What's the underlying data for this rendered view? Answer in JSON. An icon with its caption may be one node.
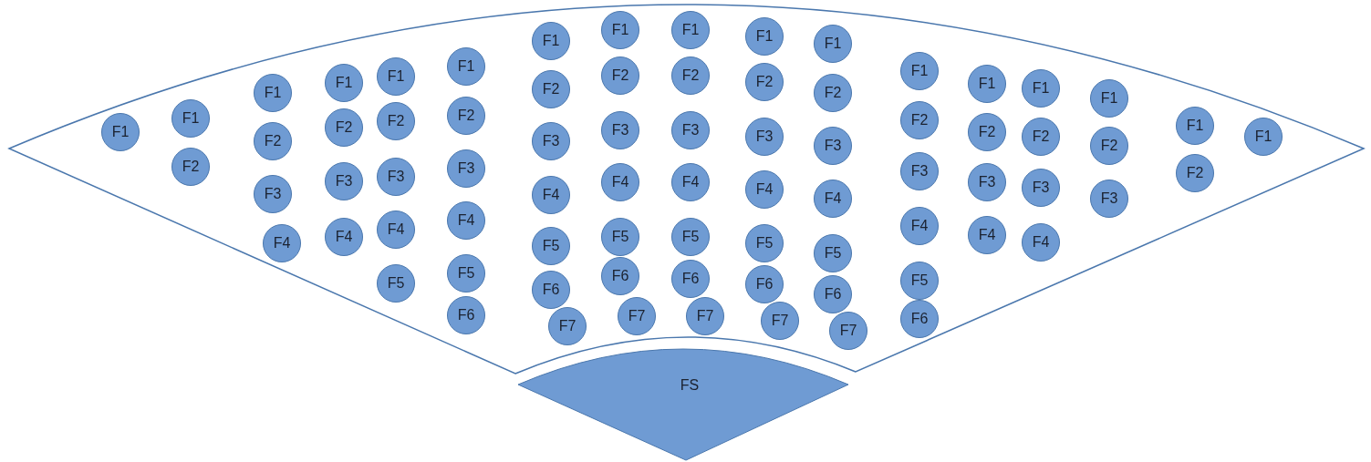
{
  "diagram": {
    "nodes": [
      {
        "text": [],
        "shape": "sector"
      },
      {
        "text": [
          "F1"
        ],
        "in": 0
      },
      {
        "text": [
          "F1"
        ],
        "in": 0
      },
      {
        "text": [
          "F2"
        ],
        "in": 0
      },
      {
        "text": [
          "F1"
        ],
        "in": 0
      },
      {
        "text": [
          "F2"
        ],
        "in": 0
      },
      {
        "text": [
          "F3"
        ],
        "in": 0
      },
      {
        "text": [
          "F4"
        ],
        "in": 0
      },
      {
        "text": [
          "F1"
        ],
        "in": 0
      },
      {
        "text": [
          "F2"
        ],
        "in": 0
      },
      {
        "text": [
          "F3"
        ],
        "in": 0
      },
      {
        "text": [
          "F4"
        ],
        "in": 0
      },
      {
        "text": [
          "F1"
        ],
        "in": 0
      },
      {
        "text": [
          "F2"
        ],
        "in": 0
      },
      {
        "text": [
          "F3"
        ],
        "in": 0
      },
      {
        "text": [
          "F4"
        ],
        "in": 0
      },
      {
        "text": [
          "F5"
        ],
        "in": 0
      },
      {
        "text": [
          "F1"
        ],
        "in": 0
      },
      {
        "text": [
          "F2"
        ],
        "in": 0
      },
      {
        "text": [
          "F3"
        ],
        "in": 0
      },
      {
        "text": [
          "F4"
        ],
        "in": 0
      },
      {
        "text": [
          "F5"
        ],
        "in": 0
      },
      {
        "text": [
          "F6"
        ],
        "in": 0
      },
      {
        "text": [
          "F1"
        ],
        "in": 0
      },
      {
        "text": [
          "F2"
        ],
        "in": 0
      },
      {
        "text": [
          "F3"
        ],
        "in": 0
      },
      {
        "text": [
          "F4"
        ],
        "in": 0
      },
      {
        "text": [
          "F5"
        ],
        "in": 0
      },
      {
        "text": [
          "F6"
        ],
        "in": 0
      },
      {
        "text": [
          "F7"
        ],
        "in": 0
      },
      {
        "text": [
          "F1"
        ],
        "in": 0
      },
      {
        "text": [
          "F2"
        ],
        "in": 0
      },
      {
        "text": [
          "F3"
        ],
        "in": 0
      },
      {
        "text": [
          "F4"
        ],
        "in": 0
      },
      {
        "text": [
          "F5"
        ],
        "in": 0
      },
      {
        "text": [
          "F6"
        ],
        "in": 0
      },
      {
        "text": [
          "F7"
        ],
        "in": 0
      },
      {
        "text": [
          "F1"
        ],
        "in": 0
      },
      {
        "text": [
          "F2"
        ],
        "in": 0
      },
      {
        "text": [
          "F3"
        ],
        "in": 0
      },
      {
        "text": [
          "F4"
        ],
        "in": 0
      },
      {
        "text": [
          "F5"
        ],
        "in": 0
      },
      {
        "text": [
          "F6"
        ],
        "in": 0
      },
      {
        "text": [
          "F7"
        ],
        "in": 0
      },
      {
        "text": [
          "F1"
        ],
        "in": 0
      },
      {
        "text": [
          "F2"
        ],
        "in": 0
      },
      {
        "text": [
          "F3"
        ],
        "in": 0
      },
      {
        "text": [
          "F4"
        ],
        "in": 0
      },
      {
        "text": [
          "F5"
        ],
        "in": 0
      },
      {
        "text": [
          "F6"
        ],
        "in": 0
      },
      {
        "text": [
          "F7"
        ],
        "in": 0
      },
      {
        "text": [
          "F1"
        ],
        "in": 0
      },
      {
        "text": [
          "F2"
        ],
        "in": 0
      },
      {
        "text": [
          "F3"
        ],
        "in": 0
      },
      {
        "text": [
          "F4"
        ],
        "in": 0
      },
      {
        "text": [
          "F5"
        ],
        "in": 0
      },
      {
        "text": [
          "F6"
        ],
        "in": 0
      },
      {
        "text": [
          "F7"
        ],
        "in": 0
      },
      {
        "text": [
          "F1"
        ],
        "in": 0
      },
      {
        "text": [
          "F2"
        ],
        "in": 0
      },
      {
        "text": [
          "F3"
        ],
        "in": 0
      },
      {
        "text": [
          "F4"
        ],
        "in": 0
      },
      {
        "text": [
          "F5"
        ],
        "in": 0
      },
      {
        "text": [
          "F6"
        ],
        "in": 0
      },
      {
        "text": [
          "F1"
        ],
        "in": 0
      },
      {
        "text": [
          "F2"
        ],
        "in": 0
      },
      {
        "text": [
          "F3"
        ],
        "in": 0
      },
      {
        "text": [
          "F4"
        ],
        "in": 0
      },
      {
        "text": [
          "F1"
        ],
        "in": 0
      },
      {
        "text": [
          "F2"
        ],
        "in": 0
      },
      {
        "text": [
          "F3"
        ],
        "in": 0
      },
      {
        "text": [
          "F4"
        ],
        "in": 0
      },
      {
        "text": [
          "F1"
        ],
        "in": 0
      },
      {
        "text": [
          "F2"
        ],
        "in": 0
      },
      {
        "text": [
          "F3"
        ],
        "in": 0
      },
      {
        "text": [
          "F1"
        ],
        "in": 0
      },
      {
        "text": [
          "F2"
        ],
        "in": 0
      },
      {
        "text": [
          "F1"
        ],
        "in": 0
      },
      {
        "text": [
          "FS"
        ]
      }
    ]
  }
}
